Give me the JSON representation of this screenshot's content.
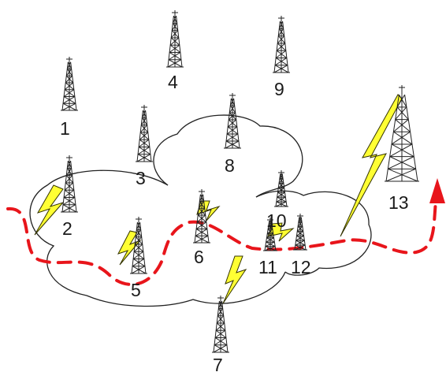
{
  "towers": [
    {
      "id": "1",
      "label": "1"
    },
    {
      "id": "2",
      "label": "2"
    },
    {
      "id": "3",
      "label": "3"
    },
    {
      "id": "4",
      "label": "4"
    },
    {
      "id": "5",
      "label": "5"
    },
    {
      "id": "6",
      "label": "6"
    },
    {
      "id": "7",
      "label": "7"
    },
    {
      "id": "8",
      "label": "8"
    },
    {
      "id": "9",
      "label": "9"
    },
    {
      "id": "10",
      "label": "10"
    },
    {
      "id": "11",
      "label": "11"
    },
    {
      "id": "12",
      "label": "12"
    },
    {
      "id": "13",
      "label": "13"
    }
  ],
  "colors": {
    "route": "#e8151b",
    "lightning_fill": "#ffff33",
    "lightning_stroke": "#333300",
    "outline": "#222222"
  }
}
